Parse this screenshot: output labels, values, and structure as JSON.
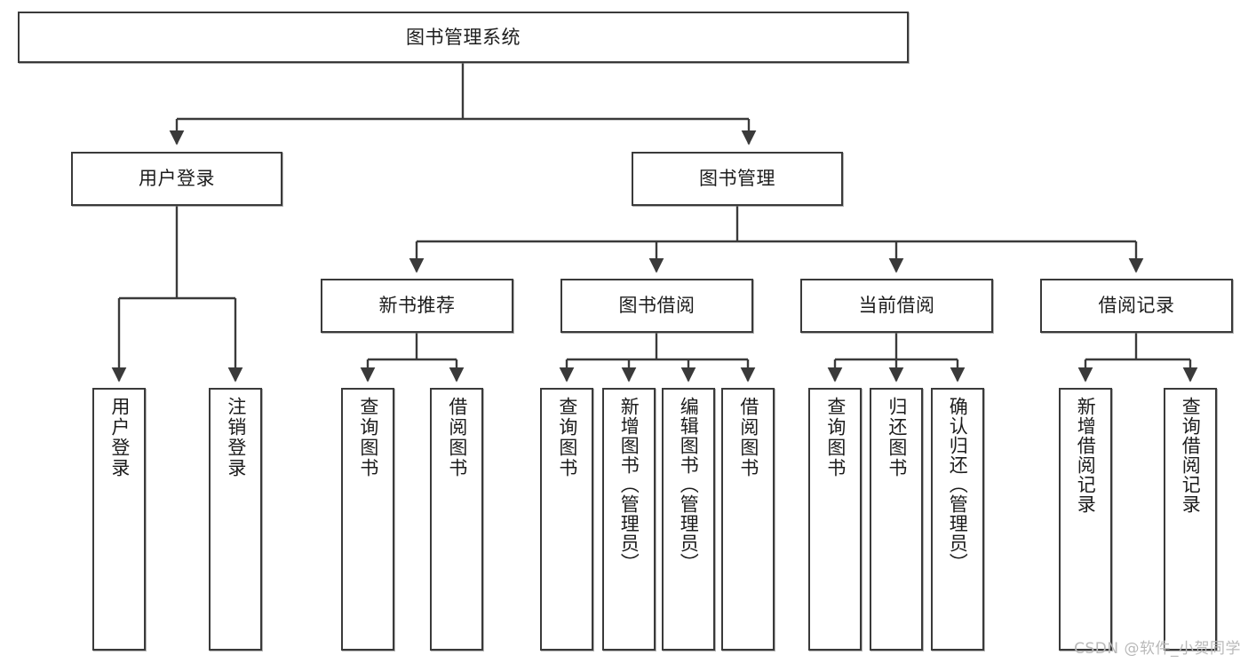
{
  "diagram": {
    "title": "图书管理系统",
    "type": "tree",
    "watermark": "CSDN @软件_小贺同学",
    "colors": {
      "box_border": "#3a3a3a",
      "box_fill": "#ffffff",
      "connector": "#3a3a3a",
      "text": "#1c1c1c",
      "watermark": "#b9b9b9"
    },
    "root": {
      "id": "root",
      "label": "图书管理系统"
    },
    "level2": [
      {
        "id": "user-login",
        "label": "用户登录"
      },
      {
        "id": "book-manage",
        "label": "图书管理"
      }
    ],
    "level3": [
      {
        "id": "new-book-rec",
        "label": "新书推荐"
      },
      {
        "id": "book-borrow",
        "label": "图书借阅"
      },
      {
        "id": "current-borrow",
        "label": "当前借阅"
      },
      {
        "id": "borrow-record",
        "label": "借阅记录"
      }
    ],
    "leaves": {
      "user_login": [
        {
          "id": "leaf-user-login",
          "label": "用户登录"
        },
        {
          "id": "leaf-logout",
          "label": "注销登录"
        }
      ],
      "new_book_rec": [
        {
          "id": "leaf-query-book-1",
          "label": "查询图书"
        },
        {
          "id": "leaf-borrow-book-1",
          "label": "借阅图书"
        }
      ],
      "book_borrow": [
        {
          "id": "leaf-query-book-2",
          "label": "查询图书"
        },
        {
          "id": "leaf-add-book",
          "label": "新增图书（管理员）"
        },
        {
          "id": "leaf-edit-book",
          "label": "编辑图书（管理员）"
        },
        {
          "id": "leaf-borrow-book-2",
          "label": "借阅图书"
        }
      ],
      "current_borrow": [
        {
          "id": "leaf-query-book-3",
          "label": "查询图书"
        },
        {
          "id": "leaf-return-book",
          "label": "归还图书"
        },
        {
          "id": "leaf-confirm-return",
          "label": "确认归还（管理员）"
        }
      ],
      "borrow_record": [
        {
          "id": "leaf-add-record",
          "label": "新增借阅记录"
        },
        {
          "id": "leaf-query-record",
          "label": "查询借阅记录"
        }
      ]
    }
  }
}
